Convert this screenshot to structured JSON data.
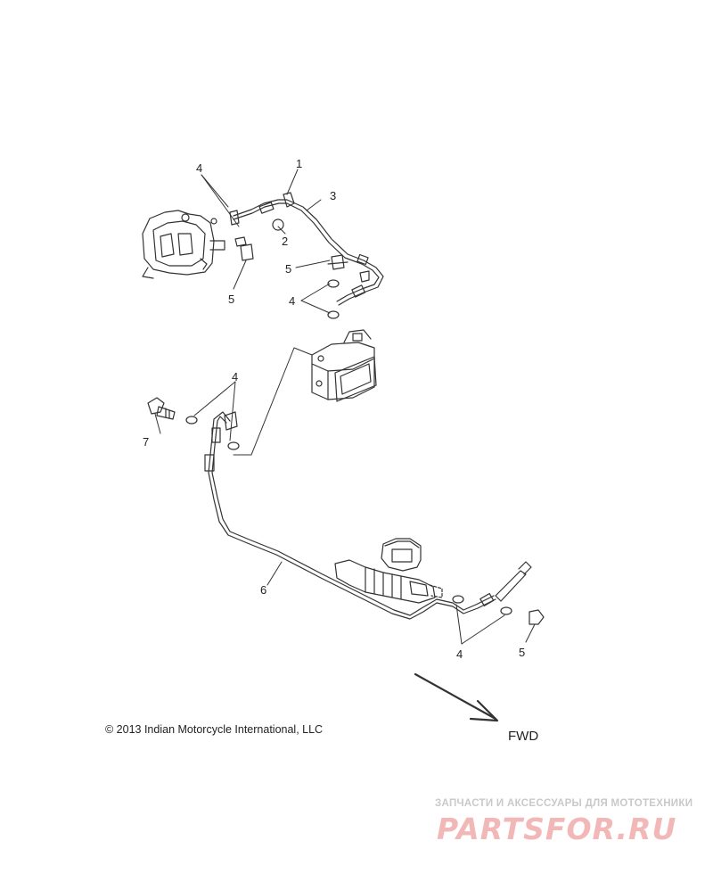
{
  "callouts": {
    "c1": "1",
    "c2": "2",
    "c3": "3",
    "c4a": "4",
    "c4b": "4",
    "c4c": "4",
    "c4d": "4",
    "c5a": "5",
    "c5b": "5",
    "c5c": "5",
    "c6": "6",
    "c7": "7"
  },
  "copyright": "© 2013 Indian Motorcycle International, LLC",
  "direction_label": "FWD",
  "watermark": {
    "tagline": "ЗАПЧАСТИ И АКСЕССУАРЫ ДЛЯ МОТОТЕХНИКИ",
    "logo": "PARTSFOR.RU"
  },
  "colors": {
    "line": "#333333",
    "watermark_logo": "#f2b8b8",
    "watermark_text": "#c9c9c9"
  }
}
